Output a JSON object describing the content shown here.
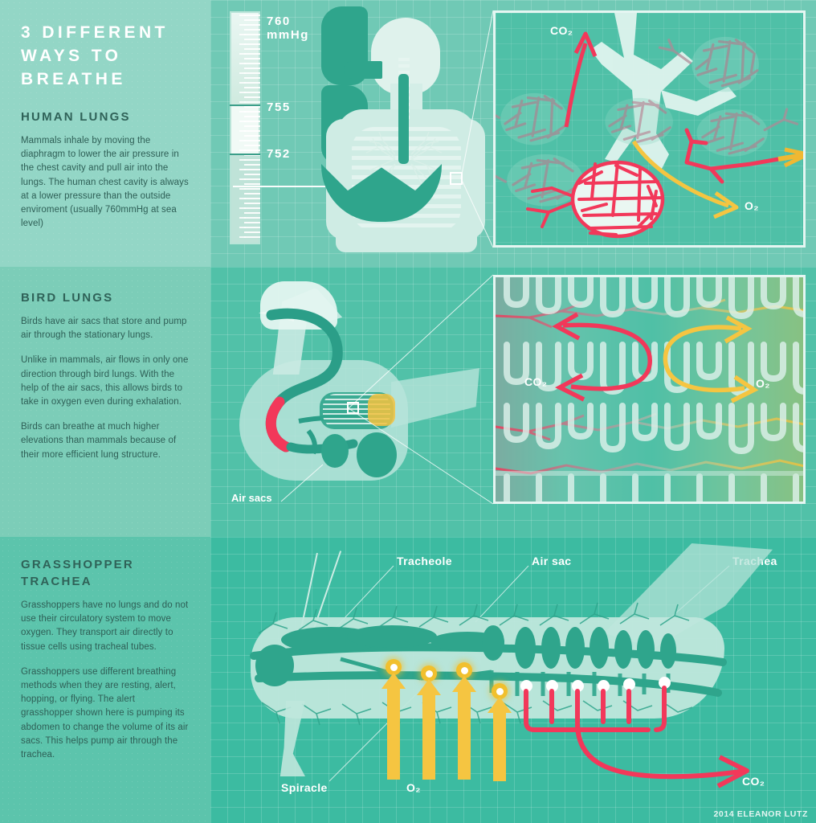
{
  "poster": {
    "title": "3 DIFFERENT WAYS TO BREATHE",
    "credit": "2014 ELEANOR LUTZ",
    "colors": {
      "sidebar_human": "#93d6c6",
      "sidebar_bird": "#7ccdb8",
      "sidebar_grasshopper": "#5cc4ac",
      "art_human": "#70c9b5",
      "art_bird": "#51c1a8",
      "art_grasshopper": "#3cbba1",
      "organ_teal": "#2fa58c",
      "co2_red": "#f2385a",
      "o2_yellow": "#f5c541",
      "heading_text": "#2f6258",
      "body_text": "#2e5f56",
      "title_text": "#ffffff"
    }
  },
  "sections": {
    "human": {
      "heading": "HUMAN LUNGS",
      "paragraphs": [
        "Mammals inhale by moving the diaphragm to lower the air pressure in the chest cavity and pull air into the lungs. The human chest cavity is always at a lower pressure than the outside enviroment (usually 760mmHg at sea level)"
      ],
      "gauge": {
        "top_label": "760",
        "top_unit": "mmHg",
        "mid_label": "755",
        "low_label": "752"
      },
      "detail": {
        "co2_label": "CO₂",
        "o2_label": "O₂"
      }
    },
    "bird": {
      "heading": "BIRD LUNGS",
      "paragraphs": [
        "Birds have air sacs that store and pump air through the stationary lungs.",
        "Unlike in mammals, air flows in only one direction through bird lungs. With the help of the air sacs, this allows birds to take in oxygen even during exhalation.",
        "Birds can breathe at much higher elevations than mammals because of their more efficient lung structure."
      ],
      "figure_label": "Air sacs",
      "detail": {
        "co2_label": "CO₂",
        "o2_label": "O₂"
      }
    },
    "grasshopper": {
      "heading": "GRASSHOPPER TRACHEA",
      "paragraphs": [
        "Grasshoppers have no lungs and do not use their circulatory system to move oxygen. They transport air directly to tissue cells using tracheal tubes.",
        "Grasshoppers use different breathing methods when they are resting, alert, hopping, or flying. The alert grasshopper shown here is pumping its abdomen to change the volume of its air sacs. This helps pump air through the trachea."
      ],
      "callouts": {
        "tracheole": "Tracheole",
        "air_sac": "Air sac",
        "trachea": "Trachea",
        "spiracle": "Spiracle",
        "o2_label": "O₂",
        "co2_label": "CO₂"
      }
    }
  }
}
